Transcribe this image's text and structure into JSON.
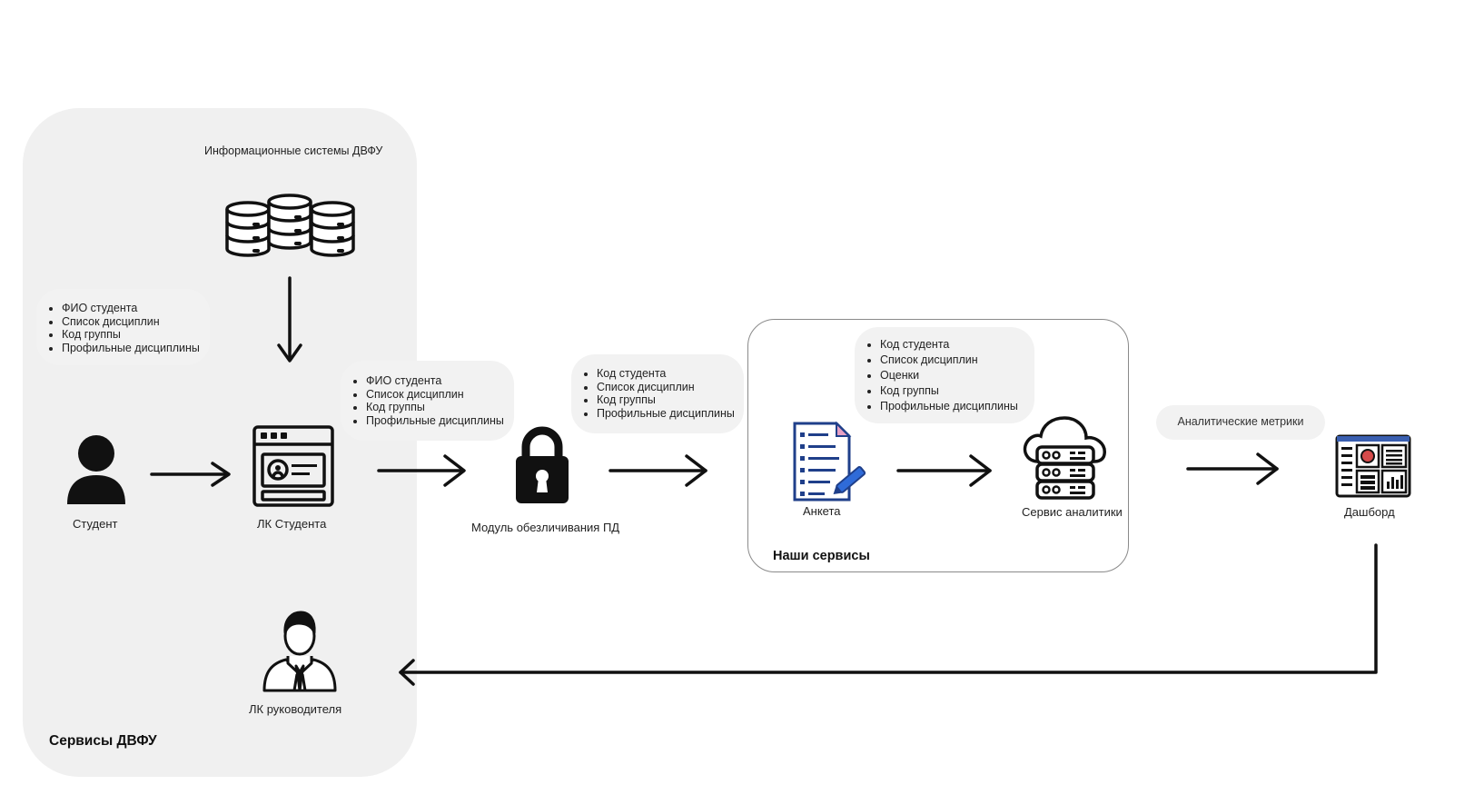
{
  "panels": {
    "dvfu_services": "Сервисы ДВФУ",
    "dvfu_info_systems": "Информационные системы ДВФУ",
    "our_services": "Наши сервисы"
  },
  "nodes": {
    "student": "Студент",
    "student_account": "ЛК Студента",
    "anonymization": "Модуль обезличивания ПД",
    "survey": "Анкета",
    "analytics": "Сервис аналитики",
    "dashboard": "Дашборд",
    "manager_account": "ЛК руководителя"
  },
  "bubbles": {
    "student_data": [
      "ФИО студента",
      "Список дисциплин",
      "Код группы",
      "Профильные дисциплины"
    ],
    "account_data": [
      "ФИО студента",
      "Список дисциплин",
      "Код группы",
      "Профильные дисциплины"
    ],
    "anon_data": [
      "Код студента",
      "Список дисциплин",
      "Код группы",
      "Профильные дисциплины"
    ],
    "survey_data": [
      "Код студента",
      "Список дисциплин",
      "Оценки",
      "Код группы",
      "Профильные дисциплины"
    ],
    "metrics": "Аналитические метрики"
  },
  "icons": {
    "database": "database-stack-icon",
    "student": "person-icon",
    "account": "browser-window-icon",
    "lock": "padlock-icon",
    "survey": "document-pen-icon",
    "analytics": "cloud-server-icon",
    "dashboard": "dashboard-icon",
    "manager": "businessman-icon"
  },
  "colors": {
    "panel": "#f0f0f0",
    "bubble": "#f2f2f2",
    "accent_blue": "#1f4fa8",
    "icon": "#111111"
  }
}
